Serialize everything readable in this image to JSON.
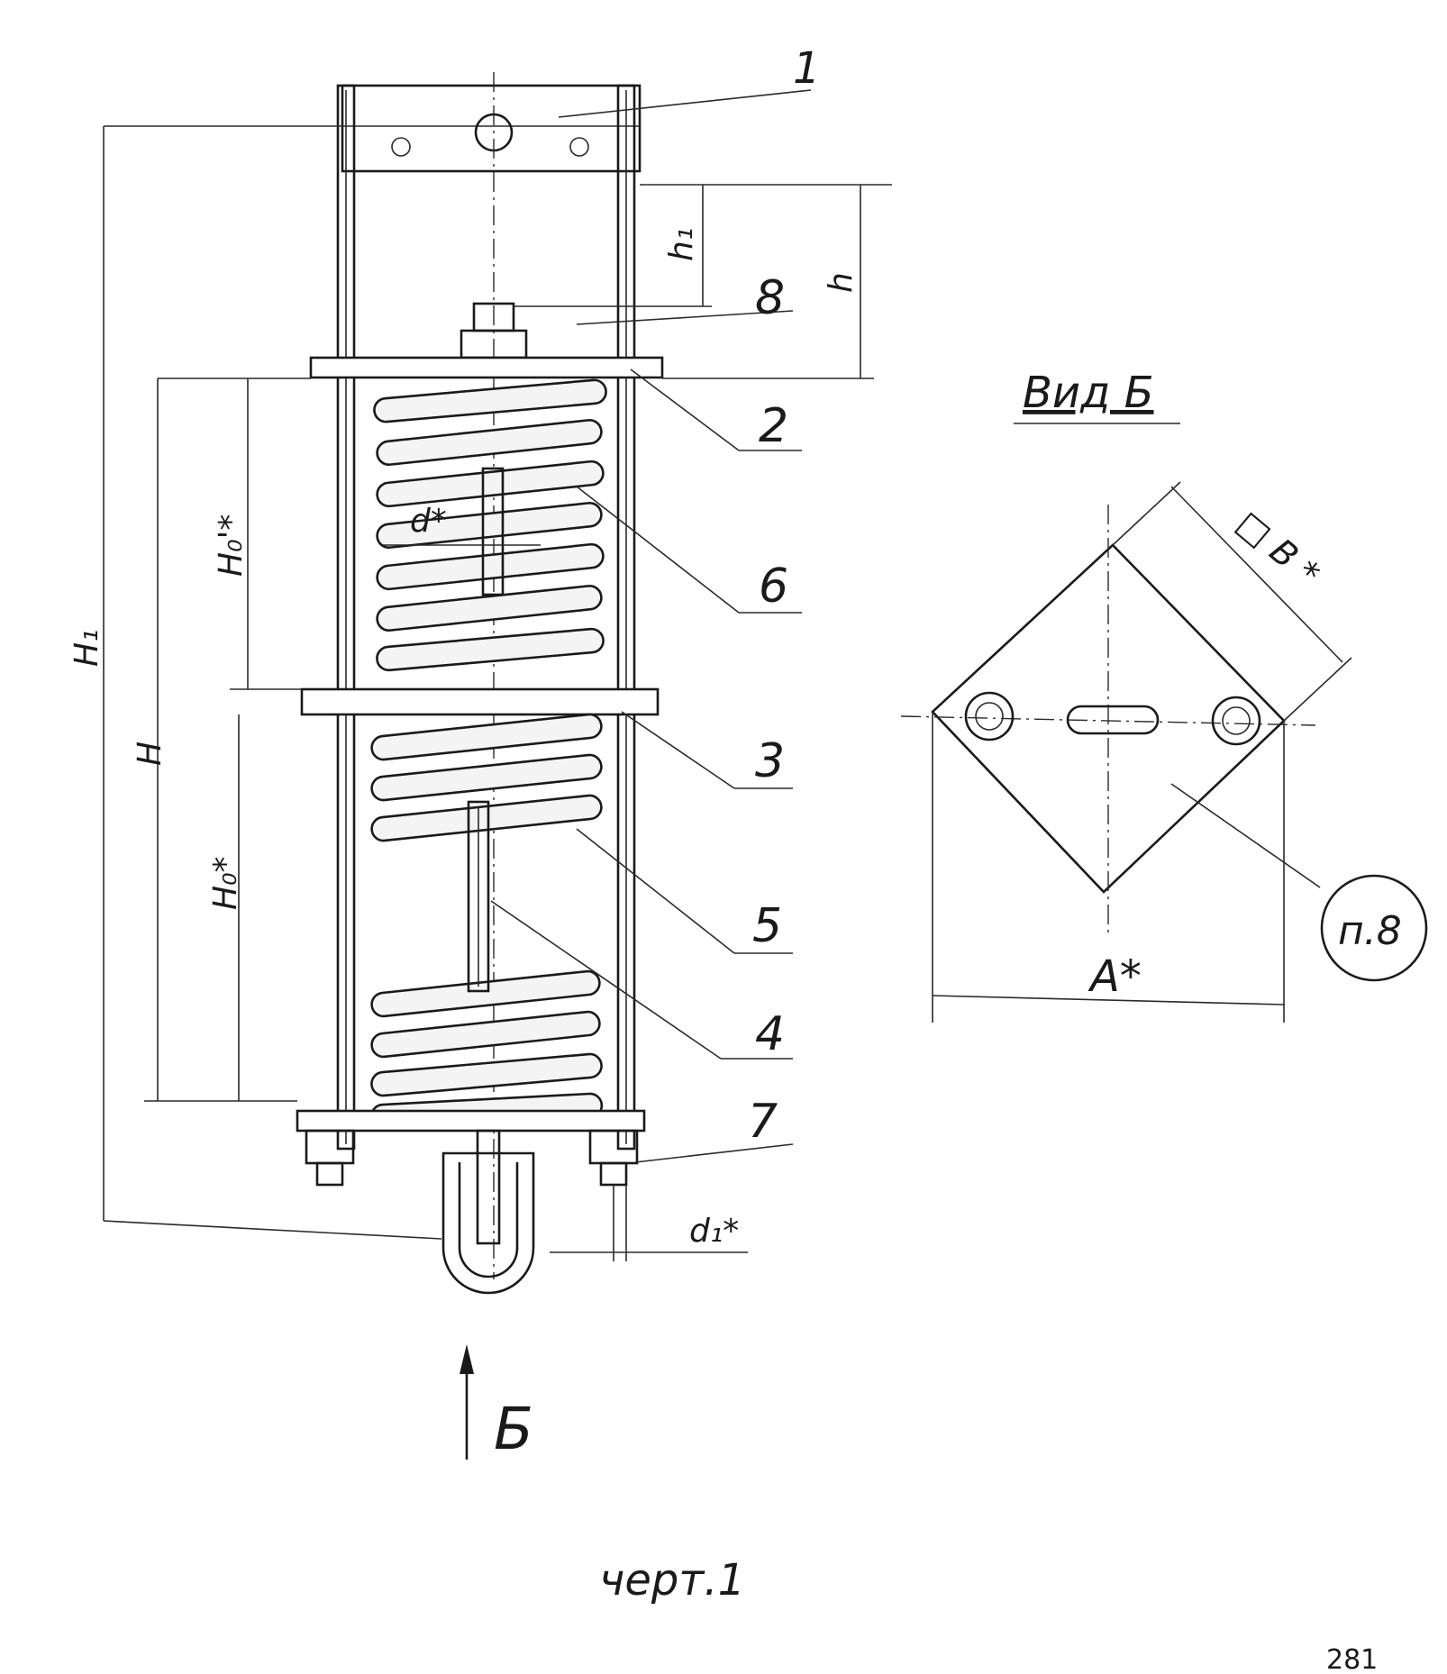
{
  "drawing": {
    "callouts": {
      "c1": "1",
      "c2": "2",
      "c3": "3",
      "c4": "4",
      "c5": "5",
      "c6": "6",
      "c7": "7",
      "c8": "8"
    },
    "dimensions": {
      "h1": "h₁",
      "h": "h",
      "d": "d*",
      "d1": "d₁*",
      "H1": "H₁",
      "H": "H",
      "H0_prime": "H₀'*",
      "H0": "H₀*",
      "A": "A*",
      "B": "□ B *"
    },
    "view_arrow": "Б",
    "view_title": "Вид Б",
    "item_ref": "п.8",
    "caption": "черт.1",
    "page_number": "281"
  }
}
